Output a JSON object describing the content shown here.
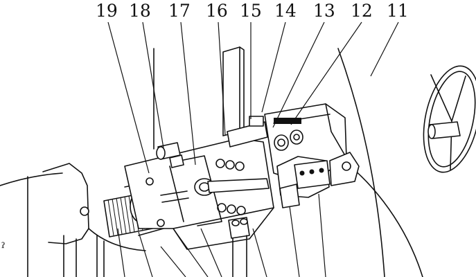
{
  "callouts": [
    "19",
    "18",
    "17",
    "16",
    "15",
    "14",
    "13",
    "12",
    "11"
  ],
  "side_mark": "ˀ",
  "colors": {
    "ink": "#111111",
    "paper": "#ffffff"
  }
}
